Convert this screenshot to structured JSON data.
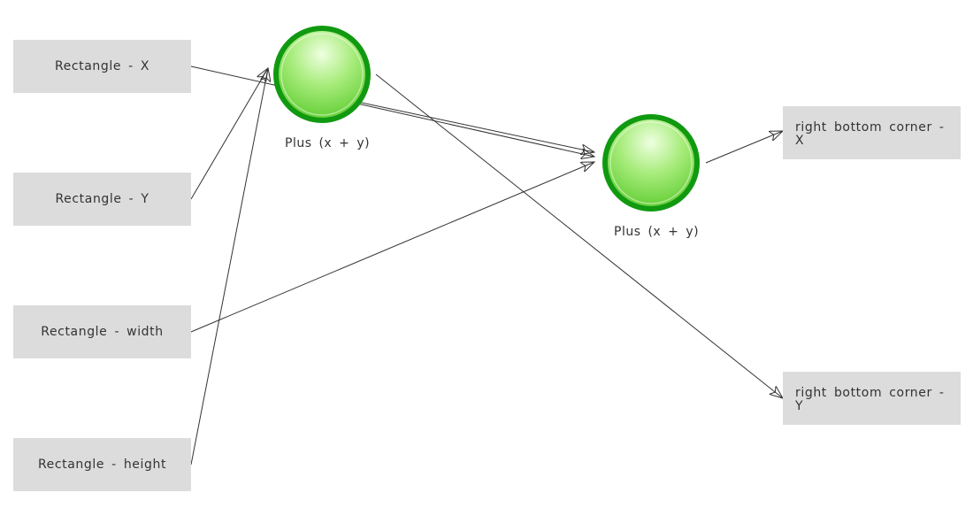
{
  "inputs": {
    "rect_x": "Rectangle - X",
    "rect_y": "Rectangle - Y",
    "rect_width": "Rectangle - width",
    "rect_height": "Rectangle - height"
  },
  "operators": {
    "plus1": "Plus (x + y)",
    "plus2": "Plus (x + y)"
  },
  "outputs": {
    "corner_x": "right bottom corner - X",
    "corner_y": "right bottom corner - Y"
  },
  "colors": {
    "node_fill": "#8ee05a",
    "node_stroke": "#119a11",
    "box_fill": "#dcdcdc",
    "edge": "#333333"
  }
}
